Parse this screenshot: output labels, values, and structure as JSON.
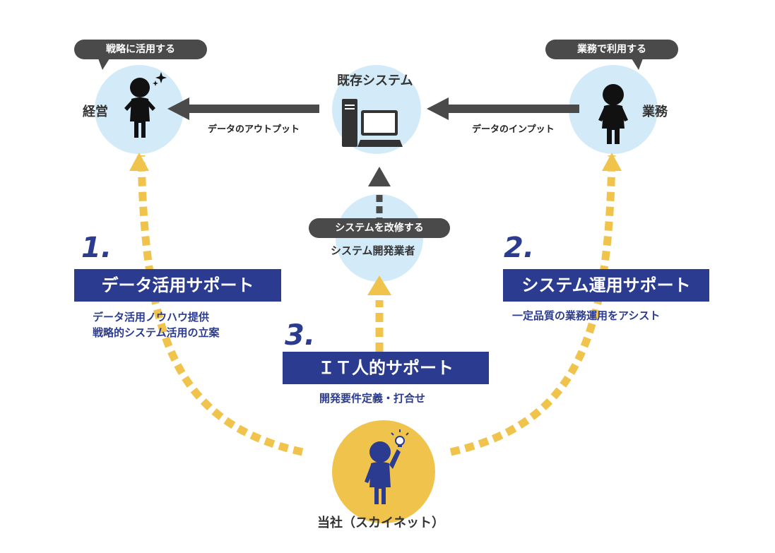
{
  "nodes": {
    "management": "経営",
    "operations": "業務",
    "system": "既存システム",
    "vendor": "システム開発業者",
    "company": "当社（スカイネット）"
  },
  "bubbles": {
    "management": "戦略に活用する",
    "operations": "業務で利用する",
    "vendor": "システムを改修する"
  },
  "arrows": {
    "output": "データのアウトプット",
    "input": "データのインプット"
  },
  "supports": [
    {
      "number": "1.",
      "title": "データ活用サポート",
      "desc1": "データ活用ノウハウ提供",
      "desc2": "戦略的システム活用の立案"
    },
    {
      "number": "2.",
      "title": "システム運用サポート",
      "desc1": "一定品質の業務運用をアシスト"
    },
    {
      "number": "3.",
      "title": "ＩＴ人的サポート",
      "desc1": "開発要件定義・打合せ"
    }
  ],
  "colors": {
    "circle_light": "#d3ebf8",
    "circle_company": "#f0c44c",
    "dash_yellow": "#f0c44c",
    "arrow_gray": "#4a4a4a",
    "brand_blue": "#2b3b8f"
  }
}
